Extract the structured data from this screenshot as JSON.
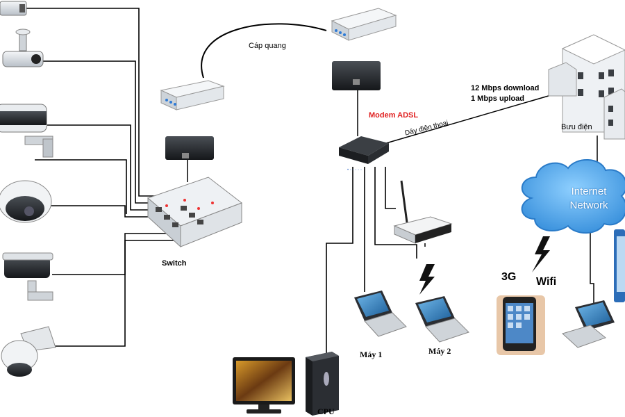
{
  "labels": {
    "cap_quang": "Cáp quang",
    "switch": "Switch",
    "modem_adsl": "Modem ADSL",
    "day_dien_thoai": "Dây điện thoại",
    "download": "12 Mbps download",
    "upload": "1 Mbps upload",
    "buu_dien": "Bưu điện",
    "internet_line1": "Internet",
    "internet_line2": "Network",
    "three_g": "3G",
    "wifi": "Wifi",
    "may1": "Máy 1",
    "may2": "Máy 2",
    "cpu": "CPU"
  },
  "colors": {
    "modem_label": "#e02020",
    "cloud": "#5ab0ef",
    "cables": "#000000"
  },
  "icons": [
    "camera-icon",
    "switch-icon",
    "media-converter-icon",
    "modem-icon",
    "router-icon",
    "laptop-icon",
    "monitor-icon",
    "cpu-tower-icon",
    "building-icon",
    "cloud-icon",
    "lightning-icon",
    "smartphone-icon"
  ]
}
